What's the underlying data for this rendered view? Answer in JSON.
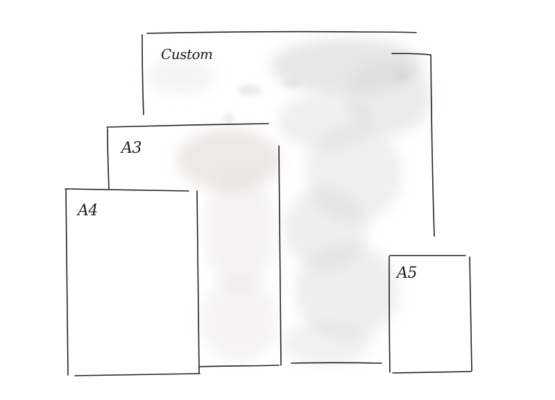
{
  "sizes": {
    "custom": {
      "label": "Custom"
    },
    "a3": {
      "label": "A3"
    },
    "a4": {
      "label": "A4"
    },
    "a5": {
      "label": "A5"
    }
  },
  "colors": {
    "ink": "#1f1f1f",
    "watercolor_grey": "#d6d6d6",
    "watercolor_pink": "#ddd0cf"
  }
}
